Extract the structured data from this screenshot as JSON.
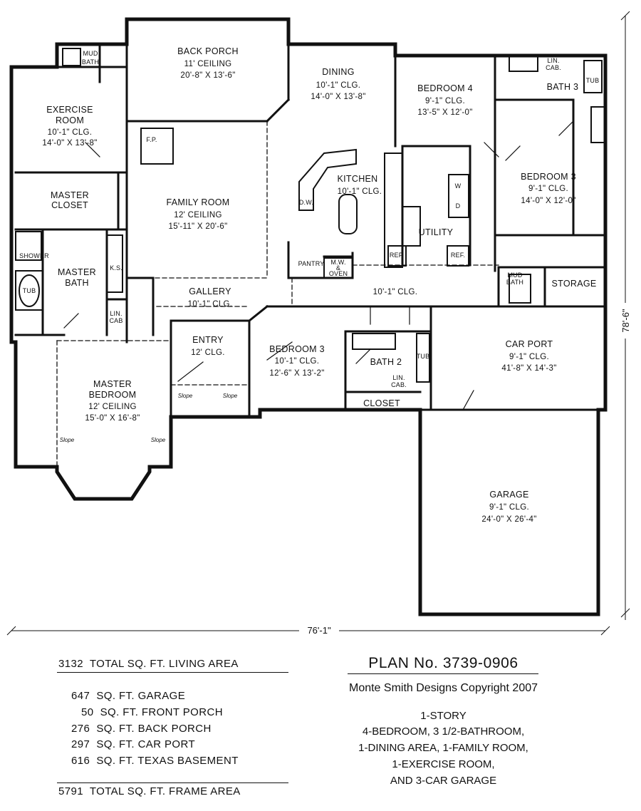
{
  "rooms": {
    "mud_bath_1": [
      "MUD",
      "BATH"
    ],
    "back_porch": [
      "BACK PORCH",
      "11' CEILING",
      "20'-8\" X 13'-6\""
    ],
    "dining": [
      "DINING",
      "10'-1\" CLG.",
      "14'-0\" X 13'-8\""
    ],
    "bedroom_4": [
      "BEDROOM 4",
      "9'-1\" CLG.",
      "13'-5\" X 12'-0\""
    ],
    "lin_cab_1": [
      "LIN.",
      "CAB."
    ],
    "tub_bath3": "TUB",
    "bath_3": "BATH 3",
    "exercise_room": [
      "EXERCISE",
      "ROOM",
      "10'-1\" CLG.",
      "14'-0\" X 13'-8\""
    ],
    "fp": "F.P.",
    "kitchen": [
      "KITCHEN",
      "10'-1\" CLG."
    ],
    "dw": "D.W.",
    "bedroom_3a": [
      "BEDROOM 3",
      "9'-1\" CLG.",
      "14'-0\" X 12'-0\""
    ],
    "master_closet": [
      "MASTER",
      "CLOSET"
    ],
    "family_room": [
      "FAMILY ROOM",
      "12' CEILING",
      "15'-11\" X 20'-6\""
    ],
    "washer": "W",
    "dryer": "D",
    "utility": "UTILITY",
    "ref_1": "REF.",
    "ref_2": "REF.",
    "pantry": "PANTRY",
    "mw_oven": [
      "M.W.",
      "&",
      "OVEN"
    ],
    "shower": "SHOWER",
    "master_bath": [
      "MASTER",
      "BATH"
    ],
    "ks": "K.S.",
    "tub_master": "TUB",
    "lin_cab_2": [
      "LIN.",
      "CAB"
    ],
    "gallery": [
      "GALLERY",
      "10'-1\" CLG."
    ],
    "hall_clg": "10'-1\" CLG.",
    "mud_bath_2": [
      "MUD",
      "BATH"
    ],
    "storage": "STORAGE",
    "entry": [
      "ENTRY",
      "12' CLG."
    ],
    "bedroom_3b": [
      "BEDROOM 3",
      "10'-1\" CLG.",
      "12'-6\" X 13'-2\""
    ],
    "bath_2": "BATH 2",
    "tub_bath2": "TUB",
    "lin_cab_3": [
      "LIN.",
      "CAB."
    ],
    "closet": "CLOSET",
    "car_port": [
      "CAR PORT",
      "9'-1\" CLG.",
      "41'-8\" X 14'-3\""
    ],
    "master_bedroom": [
      "MASTER",
      "BEDROOM",
      "12' CEILING",
      "15'-0\" X 16'-8\""
    ],
    "slope": "Slope",
    "garage": [
      "GARAGE",
      "9'-1\" CLG.",
      "24'-0\" X 26'-4\""
    ]
  },
  "dimensions": {
    "overall_width": "76'-1\"",
    "overall_depth": "78'-6\""
  },
  "areas": {
    "living_total": "3132  TOTAL SQ. FT. LIVING AREA",
    "garage": "647  SQ. FT. GARAGE",
    "front_porch": "50  SQ. FT. FRONT PORCH",
    "back_porch": "276  SQ. FT. BACK PORCH",
    "car_port": "297  SQ. FT. CAR PORT",
    "texas_basement": "616  SQ. FT. TEXAS BASEMENT",
    "frame_total": "5791  TOTAL SQ. FT. FRAME AREA"
  },
  "plan": {
    "number": "PLAN No. 3739-0906",
    "copyright": "Monte Smith Designs Copyright 2007",
    "summary": [
      "1-STORY",
      "4-BEDROOM, 3 1/2-BATHROOM,",
      "1-DINING AREA, 1-FAMILY ROOM,",
      "1-EXERCISE ROOM,",
      "AND 3-CAR GARAGE"
    ]
  }
}
